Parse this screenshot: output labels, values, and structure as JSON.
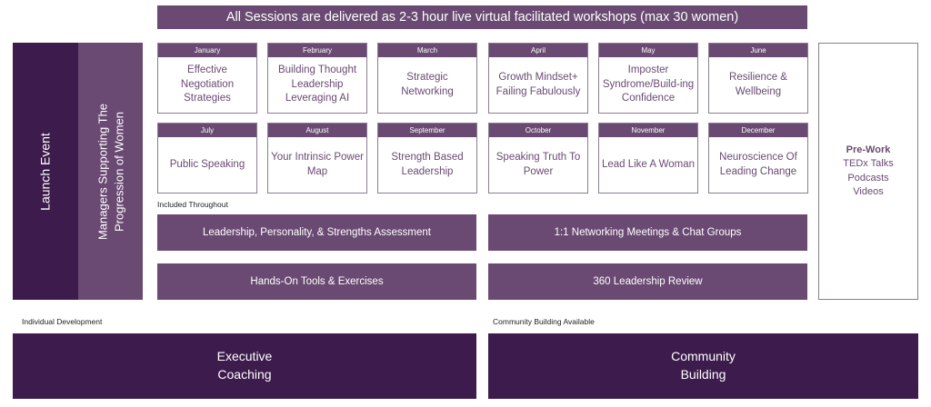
{
  "banner": "All Sessions are delivered as 2-3 hour live virtual facilitated workshops (max 30 women)",
  "launch_event": "Launch Event",
  "managers": {
    "line1": "Managers Supporting The",
    "line2": "Progression of Women"
  },
  "sessions": [
    {
      "month": "January",
      "title": "Effective Negotiation Strategies"
    },
    {
      "month": "February",
      "title": "Building Thought Leadership Leveraging AI"
    },
    {
      "month": "March",
      "title": "Strategic Networking"
    },
    {
      "month": "April",
      "title": "Growth Mindset+ Failing Fabulously"
    },
    {
      "month": "May",
      "title": "Imposter Syndrome/Build-ing Confidence"
    },
    {
      "month": "June",
      "title": "Resilience & Wellbeing"
    },
    {
      "month": "July",
      "title": "Public Speaking"
    },
    {
      "month": "August",
      "title": "Your Intrinsic Power Map"
    },
    {
      "month": "September",
      "title": "Strength Based Leadership"
    },
    {
      "month": "October",
      "title": "Speaking Truth To Power"
    },
    {
      "month": "November",
      "title": "Lead Like A Woman"
    },
    {
      "month": "December",
      "title": "Neuroscience Of Leading Change"
    }
  ],
  "included_label": "Included Throughout",
  "included": [
    "Leadership, Personality, & Strengths Assessment",
    "1:1 Networking Meetings & Chat Groups",
    "Hands-On Tools & Exercises",
    "360 Leadership Review"
  ],
  "prework": {
    "title": "Pre-Work",
    "items": [
      "TEDx Talks",
      "Podcasts",
      "Videos"
    ]
  },
  "individual_label": "Individual Development",
  "community_label": "Community Building Available",
  "executive": {
    "line1": "Executive",
    "line2": "Coaching"
  },
  "community": {
    "line1": "Community",
    "line2": "Building"
  },
  "colors": {
    "dark": "#3d1b4c",
    "mid": "#6a4a72",
    "border": "#8a7d90"
  }
}
